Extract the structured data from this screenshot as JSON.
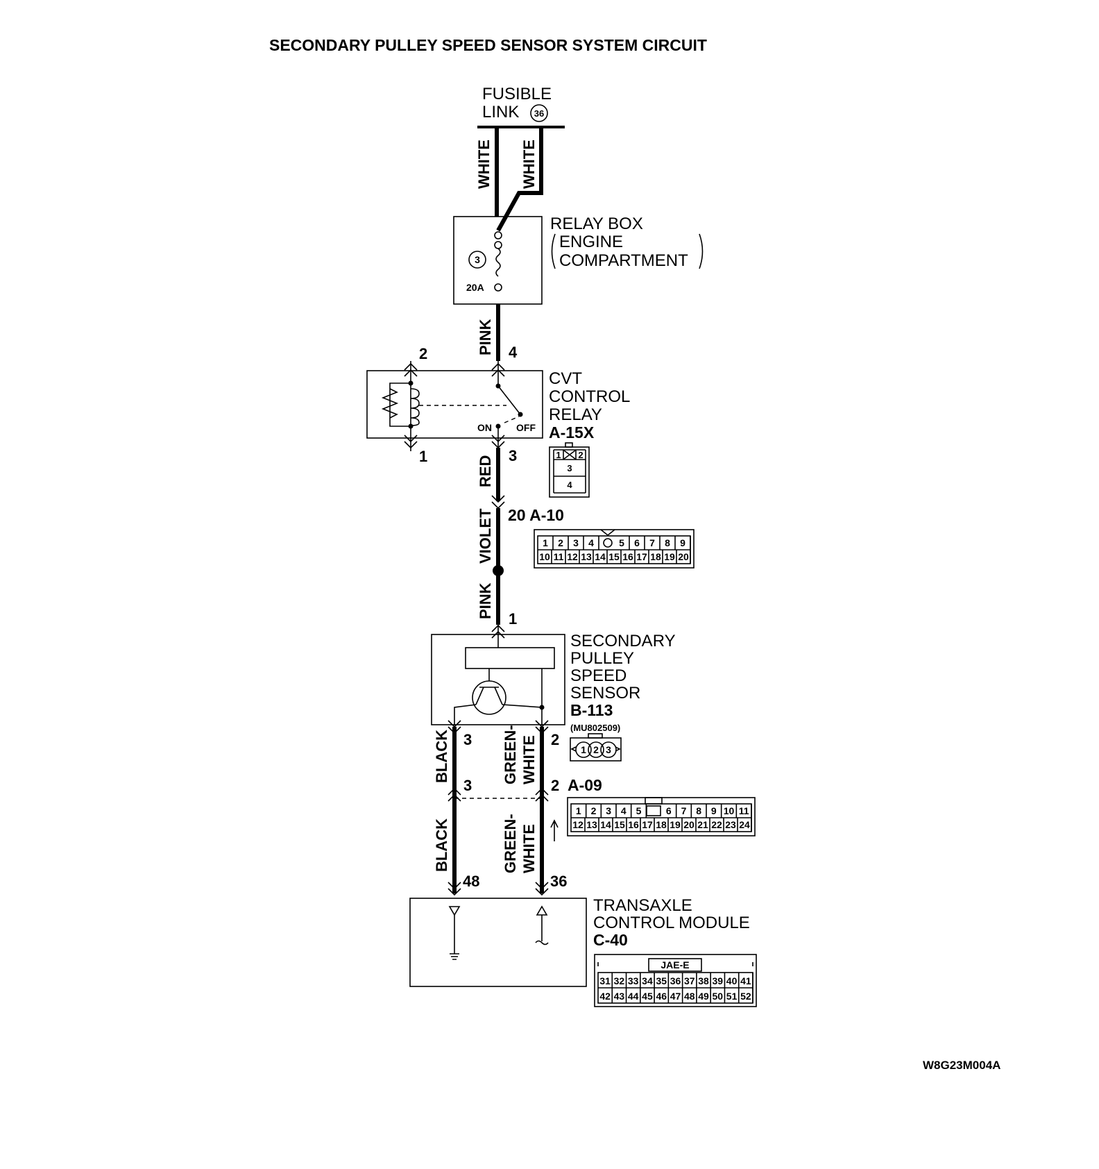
{
  "title": "SECONDARY PULLEY SPEED SENSOR SYSTEM CIRCUIT",
  "fusible_link": {
    "line1": "FUSIBLE",
    "line2": "LINK",
    "number": "36"
  },
  "relay_box": {
    "line1": "RELAY BOX",
    "line2": "ENGINE",
    "line3": "COMPARTMENT",
    "fuse_number": "3",
    "fuse_rating": "20A"
  },
  "cvt_relay": {
    "line1": "CVT",
    "line2": "CONTROL",
    "line3": "RELAY",
    "connector": "A-15X",
    "on_label": "ON",
    "off_label": "OFF",
    "pins": {
      "p1": "1",
      "p2": "2",
      "p3": "3",
      "p4": "4"
    }
  },
  "connector_a15x_pins": [
    "1",
    "2",
    "3",
    "4"
  ],
  "connector_a10": {
    "label": "20 A-10",
    "row1": [
      "1",
      "2",
      "3",
      "4",
      "5",
      "6",
      "7",
      "8",
      "9"
    ],
    "row2": [
      "10",
      "11",
      "12",
      "13",
      "14",
      "15",
      "16",
      "17",
      "18",
      "19",
      "20"
    ]
  },
  "sensor": {
    "line1": "SECONDARY",
    "line2": "PULLEY",
    "line3": "SPEED",
    "line4": "SENSOR",
    "connector": "B-113",
    "part_no": "(MU802509)",
    "pins": [
      "1",
      "2",
      "3"
    ]
  },
  "connector_a09": {
    "label": "A-09",
    "row1": [
      "1",
      "2",
      "3",
      "4",
      "5",
      "6",
      "7",
      "8",
      "9",
      "10",
      "11"
    ],
    "row2": [
      "12",
      "13",
      "14",
      "15",
      "16",
      "17",
      "18",
      "19",
      "20",
      "21",
      "22",
      "23",
      "24"
    ]
  },
  "tcm": {
    "line1": "TRANSAXLE",
    "line2": "CONTROL MODULE",
    "connector": "C-40",
    "tag": "JAE-E",
    "row1": [
      "31",
      "32",
      "33",
      "34",
      "35",
      "36",
      "37",
      "38",
      "39",
      "40",
      "41"
    ],
    "row2": [
      "42",
      "43",
      "44",
      "45",
      "46",
      "47",
      "48",
      "49",
      "50",
      "51",
      "52"
    ]
  },
  "wires": {
    "white_left": "WHITE",
    "white_right": "WHITE",
    "pink_top": "PINK",
    "red": "RED",
    "violet": "VIOLET",
    "pink_bottom": "PINK",
    "black_upper": "BLACK",
    "green_white_upper_1": "GREEN-",
    "green_white_upper_2": "WHITE",
    "black_lower": "BLACK",
    "green_white_lower_1": "GREEN-",
    "green_white_lower_2": "WHITE"
  },
  "pin_labels": {
    "relay_4": "4",
    "relay_2": "2",
    "relay_1": "1",
    "relay_3": "3",
    "sensor_1": "1",
    "sensor_3": "3",
    "sensor_2": "2",
    "a09_3": "3",
    "a09_2": "2",
    "tcm_48": "48",
    "tcm_36": "36"
  },
  "reference_code": "W8G23M004A"
}
